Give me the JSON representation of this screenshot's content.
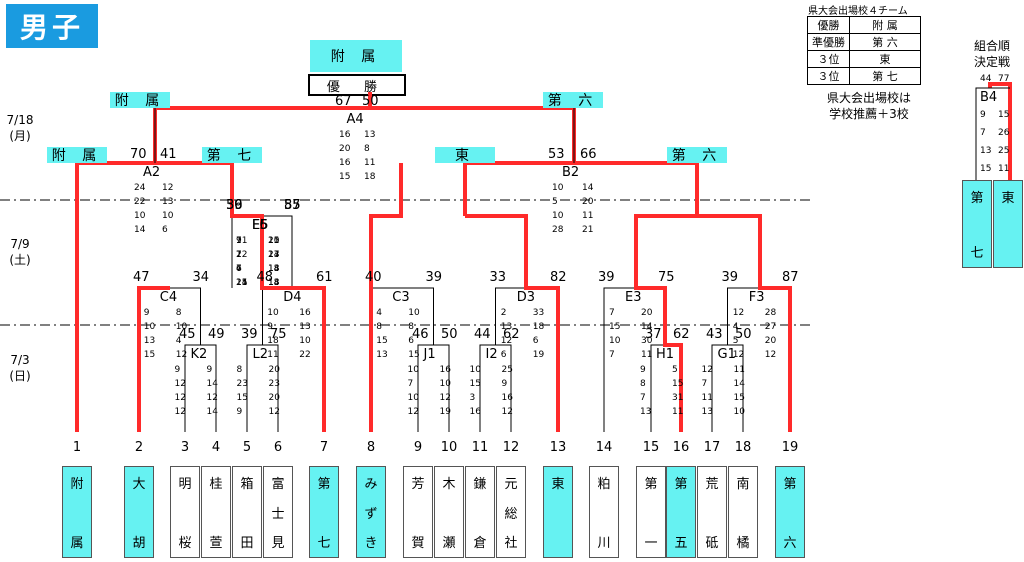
{
  "division": "男子",
  "champion_label": "附 属",
  "winner_label": "優 勝",
  "dates": [
    "7/18\n(月)",
    "7/9\n(土)",
    "7/3\n(日)"
  ],
  "rank_table": {
    "title": "県大会出場校４チーム",
    "rows": [
      [
        "優勝",
        "附 属"
      ],
      [
        "準優勝",
        "第 六"
      ],
      [
        "３位",
        "東"
      ],
      [
        "３位",
        "第 七"
      ]
    ],
    "note": "県大会出場校は\n学校推薦＋3校"
  },
  "side_match": {
    "title": "組合順\n決定戦",
    "score_a": "44",
    "score_b": "77",
    "id": "B4",
    "sets": [
      "9 15",
      "7 26",
      "13 25",
      "15 11"
    ],
    "team_a": "第\n七",
    "team_b": "東"
  },
  "teams": [
    {
      "num": "1",
      "name": "附\n属",
      "adv": true
    },
    {
      "num": "2",
      "name": "大\n胡",
      "adv": true
    },
    {
      "num": "3",
      "name": "明\n桜",
      "adv": false
    },
    {
      "num": "4",
      "name": "桂\n萱",
      "adv": false
    },
    {
      "num": "5",
      "name": "箱\n田",
      "adv": false
    },
    {
      "num": "6",
      "name": "富\n士\n見",
      "adv": false
    },
    {
      "num": "7",
      "name": "第\n七",
      "adv": true
    },
    {
      "num": "8",
      "name": "み\nず\nき",
      "adv": true
    },
    {
      "num": "9",
      "name": "芳\n賀",
      "adv": false
    },
    {
      "num": "10",
      "name": "木\n瀬",
      "adv": false
    },
    {
      "num": "11",
      "name": "鎌\n倉",
      "adv": false
    },
    {
      "num": "12",
      "name": "元\n総\n社",
      "adv": false
    },
    {
      "num": "13",
      "name": "東",
      "adv": true
    },
    {
      "num": "14",
      "name": "粕\n川",
      "adv": false
    },
    {
      "num": "15",
      "name": "第\n一",
      "adv": false
    },
    {
      "num": "16",
      "name": "第\n五",
      "adv": true
    },
    {
      "num": "17",
      "name": "荒\n砥",
      "adv": false
    },
    {
      "num": "18",
      "name": "南\n橘",
      "adv": false
    },
    {
      "num": "19",
      "name": "第\n六",
      "adv": true
    }
  ],
  "round_labels": [
    {
      "text": "附 属"
    },
    {
      "text": "第 六"
    },
    {
      "text": "附 属"
    },
    {
      "text": "第 七"
    },
    {
      "text": "東"
    },
    {
      "text": "第 六"
    }
  ],
  "matches": {
    "A4": {
      "a": "67",
      "b": "50",
      "sets": [
        "16 13",
        "20 8",
        "16 11",
        "15 18"
      ]
    },
    "A2": {
      "a": "70",
      "b": "41",
      "sets": [
        "24 12",
        "22 13",
        "10 10",
        "14 6"
      ]
    },
    "B2": {
      "a": "53",
      "b": "66",
      "sets": [
        "10 14",
        "5 20",
        "10 11",
        "28 21"
      ]
    },
    "F6": {
      "a": "39",
      "b": "55",
      "sets": [
        "11 10",
        "7 17",
        "6 14",
        "15 14"
      ]
    },
    "E5": {
      "a": "30",
      "b": "85",
      "sets": [
        "9 25",
        "2 24",
        "4 18",
        "11 18"
      ]
    },
    "F5": {
      "a": "56",
      "b": "57",
      "sets": [
        "7 11",
        "12 13",
        "7 13",
        "24 13"
      ]
    },
    "C4": {
      "a": "47",
      "b": "34",
      "sets": [
        "9 8",
        "10 10",
        "13 4",
        "15 12"
      ]
    },
    "D4": {
      "a": "48",
      "b": "61",
      "sets": [
        "10 16",
        "9 13",
        "18 10",
        "11 22"
      ]
    },
    "C3": {
      "a": "40",
      "b": "39",
      "sets": [
        "4 10",
        "8 8",
        "15 6",
        "13 15"
      ]
    },
    "D3": {
      "a": "33",
      "b": "82",
      "sets": [
        "2 33",
        "13 18",
        "12 6",
        "6 19"
      ]
    },
    "E3": {
      "a": "39",
      "b": "75",
      "sets": [
        "7 20",
        "15 14",
        "10 30",
        "7 11"
      ]
    },
    "F3": {
      "a": "39",
      "b": "87",
      "sets": [
        "12 28",
        "4 27",
        "5 20",
        "12 12"
      ]
    },
    "K2": {
      "a": "45",
      "b": "49",
      "sets": [
        "9 9",
        "12 14",
        "12 12",
        "12 14"
      ]
    },
    "L2": {
      "a": "39",
      "b": "75",
      "sets": [
        "8 20",
        "23 23",
        "15 20",
        "9 12"
      ]
    },
    "J1": {
      "a": "46",
      "b": "50",
      "sets": [
        "10 16",
        "7 10",
        "10 12",
        "12 19"
      ]
    },
    "I2": {
      "a": "44",
      "b": "62",
      "sets": [
        "10 25",
        "15 9",
        "3 16",
        "16 12"
      ]
    },
    "H1": {
      "a": "37",
      "b": "62",
      "sets": [
        "9 5",
        "8 15",
        "7 31",
        "13 11"
      ]
    },
    "G1": {
      "a": "43",
      "b": "50",
      "sets": [
        "12 11",
        "7 14",
        "11 15",
        "13 10"
      ]
    }
  }
}
